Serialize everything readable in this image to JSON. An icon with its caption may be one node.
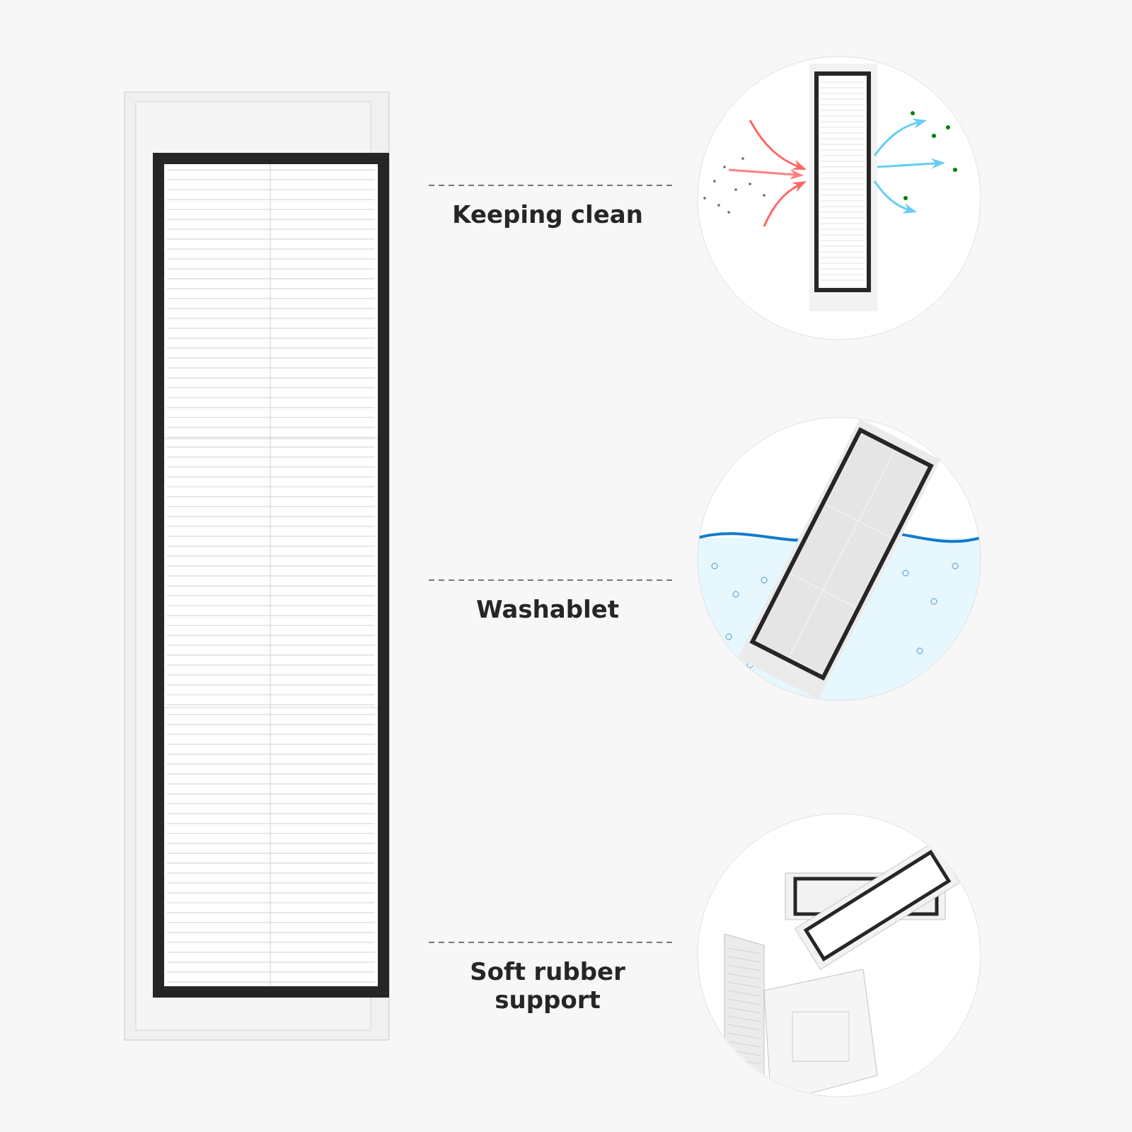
{
  "diagram": {
    "labels": [
      "Keeping clean",
      "Washablet",
      "Soft rubber support"
    ]
  }
}
